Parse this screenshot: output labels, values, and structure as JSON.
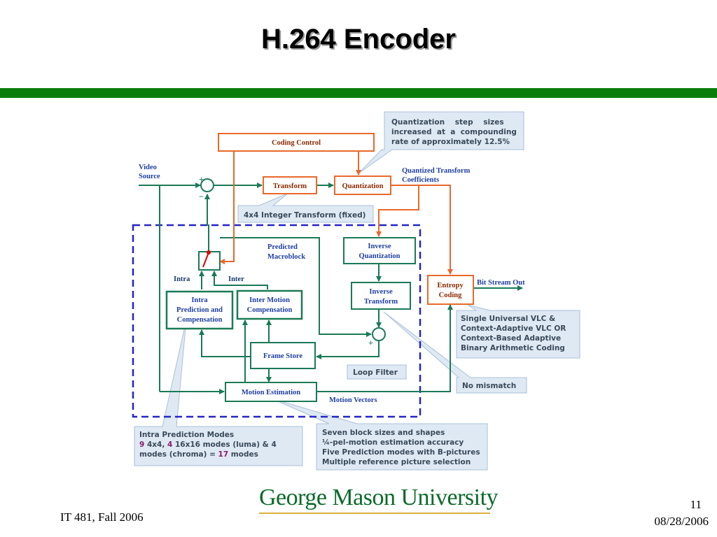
{
  "slide": {
    "title": "H.264 Encoder",
    "footer_left": "IT 481, Fall 2006",
    "page_number": "11",
    "date": "08/28/2006",
    "logo_text": "George Mason University"
  },
  "diagram": {
    "blocks": {
      "coding_control": "Coding Control",
      "transform": "Transform",
      "quantization": "Quantization",
      "inverse_quantization_1": "Inverse",
      "inverse_quantization_2": "Quantization",
      "inverse_transform_1": "Inverse",
      "inverse_transform_2": "Transform",
      "entropy_coding_1": "Entropy",
      "entropy_coding_2": "Coding",
      "intra_pred_1": "Intra",
      "intra_pred_2": "Prediction and",
      "intra_pred_3": "Compensation",
      "inter_mc_1": "Inter Motion",
      "inter_mc_2": "Compensation",
      "frame_store": "Frame Store",
      "motion_estimation": "Motion Estimation"
    },
    "labels": {
      "video_source_1": "Video",
      "video_source_2": "Source",
      "plus_top": "+",
      "minus": "−",
      "plus_bottom": "+",
      "quantized_coeff_1": "Quantized Transform",
      "quantized_coeff_2": "Coefficients",
      "predicted_mb_1": "Predicted",
      "predicted_mb_2": "Macroblock",
      "intra": "Intra",
      "inter": "Inter",
      "bit_stream_out": "Bit Stream Out",
      "motion_vectors": "Motion Vectors"
    },
    "callouts": {
      "qstep_1": "Quantization    step    sizes",
      "qstep_2": "increased  at  a  compounding",
      "qstep_3": "rate of approximately 12.5%",
      "int_transform": "4x4 Integer Transform (fixed)",
      "vlc_1": "Single Universal VLC &",
      "vlc_2": "Context-Adaptive VLC OR",
      "vlc_3": "Context-Based Adaptive",
      "vlc_4": "Binary Arithmetic Coding",
      "loop_filter": "Loop Filter",
      "no_mismatch": "No mismatch",
      "intra_modes_1": "Intra Prediction Modes",
      "intra_modes_2a": "9",
      "intra_modes_2b": " 4x4, ",
      "intra_modes_2c": "4",
      "intra_modes_2d": " 16x16 modes (luma) & 4",
      "intra_modes_3a": "modes (chroma) = ",
      "intra_modes_3b": "17",
      "intra_modes_3c": " modes",
      "me_1": "Seven block sizes and shapes",
      "me_2": "¼-pel-motion estimation accuracy",
      "me_3": "Five Prediction modes with B-pictures",
      "me_4": "Multiple reference picture selection"
    },
    "colors": {
      "orange": "#e8692c",
      "green": "#1a7a55",
      "blue_text": "#1f3fa0",
      "dashed_blue": "#2424c8",
      "callout_fill": "#dfe9f3",
      "callout_stroke": "#aac0d8",
      "highlight_purple": "#8a1a6b",
      "bar_green": "#0a7d0a"
    }
  }
}
